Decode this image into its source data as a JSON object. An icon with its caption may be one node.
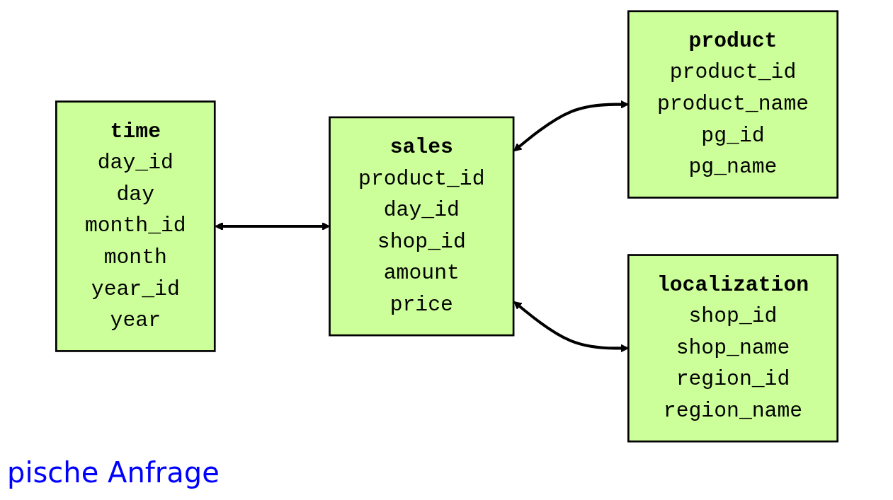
{
  "diagram": {
    "nodes": [
      {
        "text": [
          "product",
          "product_id",
          "product_name",
          "pg_id",
          "pg_name"
        ]
      },
      {
        "text": [
          "time",
          "day_id",
          "day",
          "month_id",
          "month",
          "year_id",
          "year"
        ]
      },
      {
        "text": [
          "sales",
          "product_id",
          "day_id",
          "shop_id",
          "amount",
          "price"
        ]
      },
      {
        "text": [
          "localization",
          "shop_id",
          "shop_name",
          "region_id",
          "region_name"
        ]
      }
    ],
    "edges": [
      {
        "from": 2,
        "to": 0,
        "arrow": "both"
      },
      {
        "from": 1,
        "to": 2,
        "arrow": "both"
      },
      {
        "from": 2,
        "to": 3,
        "arrow": "both"
      }
    ],
    "labels": [
      "pische Anfrage"
    ]
  }
}
